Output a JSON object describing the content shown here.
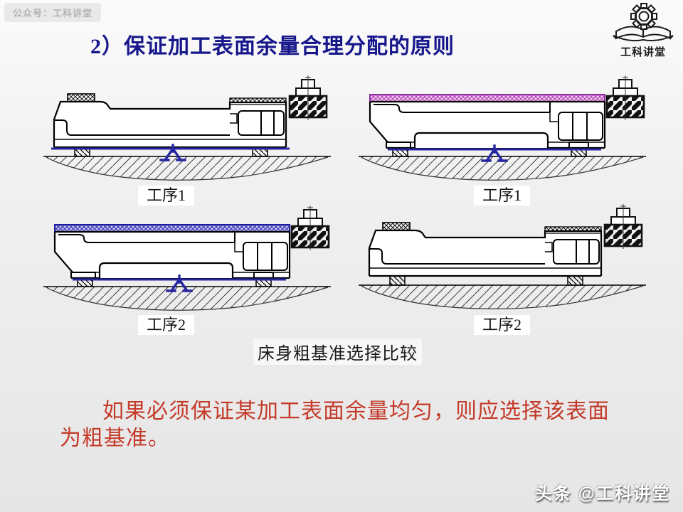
{
  "header": {
    "badge": "公众号：工科讲堂",
    "title": "2）保证加工表面余量合理分配的原则",
    "title_color": "#17178c",
    "logo_text": "工科讲堂"
  },
  "figure": {
    "caption": "床身粗基准选择比较",
    "diagrams": [
      {
        "id": "1",
        "label": "工序1",
        "orientation": "upright",
        "machined_strip": "none",
        "datum_symbol": true,
        "blue_base_line": true
      },
      {
        "id": "2",
        "label": "工序1",
        "orientation": "inverted",
        "machined_strip": "magenta",
        "datum_symbol": true,
        "blue_base_line": true
      },
      {
        "id": "3",
        "label": "工序2",
        "orientation": "inverted",
        "machined_strip": "blue",
        "datum_symbol": true,
        "blue_base_line": true
      },
      {
        "id": "4",
        "label": "工序2",
        "orientation": "upright",
        "machined_strip": "none",
        "datum_symbol": false,
        "blue_base_line": false
      }
    ],
    "colors": {
      "datum_blue": "#2626a2",
      "strip_magenta_border": "#8b2fa0",
      "strip_magenta_fill": "#eed2ee",
      "strip_magenta_hatch": "#c050c0",
      "strip_blue_border": "#1b1b9b",
      "strip_blue_fill": "#c8c8ea",
      "strip_blue_hatch": "#4444c0"
    }
  },
  "conclusion": {
    "line1": "如果必须保证某加工表面余量均匀，则应选择该表面",
    "line2": "为粗基准。",
    "color": "#c43a29"
  },
  "watermark": "头条 @工科讲堂"
}
